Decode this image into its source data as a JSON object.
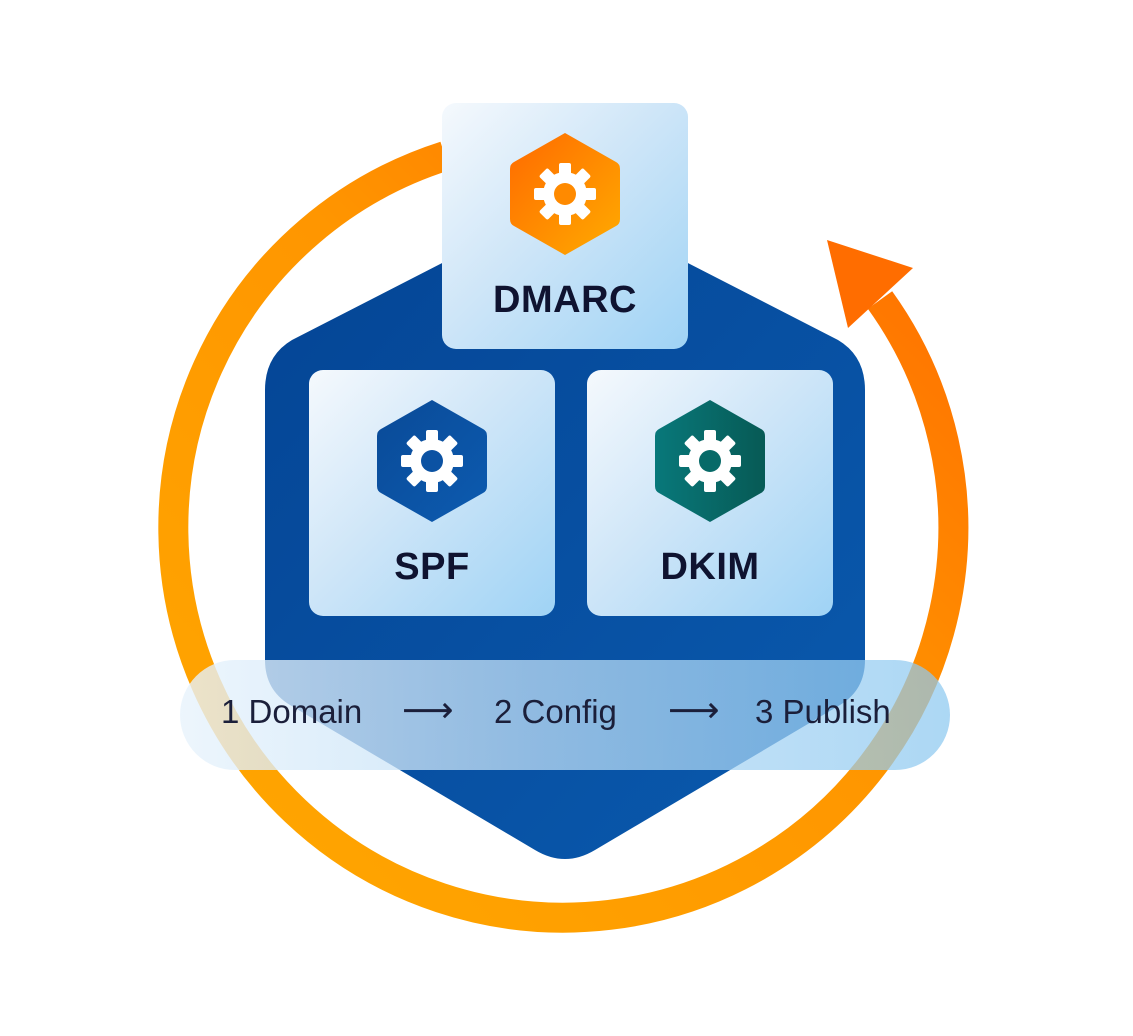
{
  "diagram": {
    "title_cards": [
      {
        "id": "dmarc",
        "label": "DMARC",
        "icon": "gear-icon",
        "icon_color_from": "#ff6a00",
        "icon_color_to": "#ffab00"
      },
      {
        "id": "spf",
        "label": "SPF",
        "icon": "gear-icon",
        "icon_color_from": "#0a4a97",
        "icon_color_to": "#0c5bb0"
      },
      {
        "id": "dkim",
        "label": "DKIM",
        "icon": "gear-icon",
        "icon_color_from": "#08787a",
        "icon_color_to": "#075a55"
      }
    ],
    "steps": [
      {
        "label": "1 Domain"
      },
      {
        "label": "2 Config"
      },
      {
        "label": "3 Publish"
      }
    ],
    "step_separator": "⟶",
    "cycle_arrow": {
      "icon": "cycle-arrow-icon",
      "color_start": "#ffa800",
      "color_end": "#ff6a00"
    },
    "shield_color": "#0a52a2",
    "text_color": "#0f1330"
  }
}
